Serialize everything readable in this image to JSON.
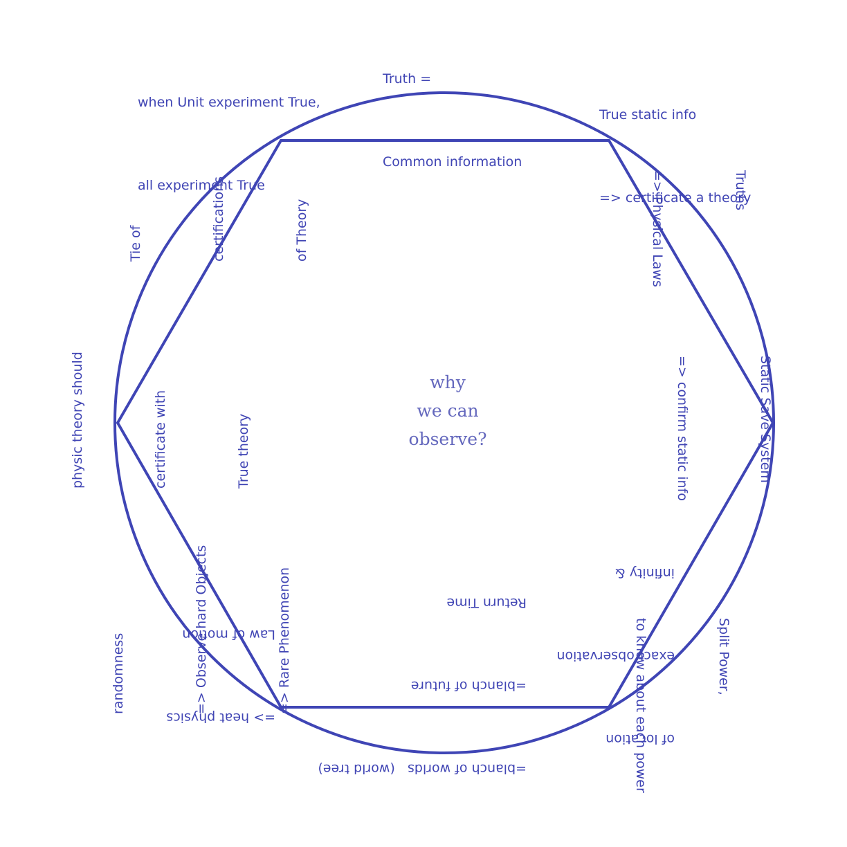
{
  "diagram": {
    "center_text": [
      "why",
      "we can",
      "observe?"
    ],
    "labels": {
      "top_left": [
        "when Unit experiment True,",
        "all experiment True"
      ],
      "top": [
        "Truth =",
        "Common information"
      ],
      "top_right": [
        "True static info",
        "=> certificate a theory"
      ],
      "upper_right": [
        "Truths",
        "=> Physical Laws"
      ],
      "right": [
        "Static Save System",
        "=> confirm static info"
      ],
      "lower_right_outer": [
        "Split Power,",
        "to know about each power"
      ],
      "lower_right_inner": [
        "of location",
        "exact observation",
        "infinity &"
      ],
      "bottom_center": [
        "=blanch of worlds   (world tree)",
        "=blanch of future",
        "Return Time"
      ],
      "bottom_left": [
        "=> heat physics",
        "Law of motion"
      ],
      "lower_left": [
        "randomness",
        "=> Observe hard Objects",
        "=> Rare Phenomenon"
      ],
      "left": [
        "physic theory should",
        "certificate with",
        "True theory"
      ],
      "upper_left": [
        "Tie of",
        "certifications",
        "of Theory"
      ]
    },
    "colors": {
      "stroke": "#3f45b5",
      "text": "#4045b4",
      "center_text": "#6468bd",
      "background": "#ffffff"
    }
  }
}
